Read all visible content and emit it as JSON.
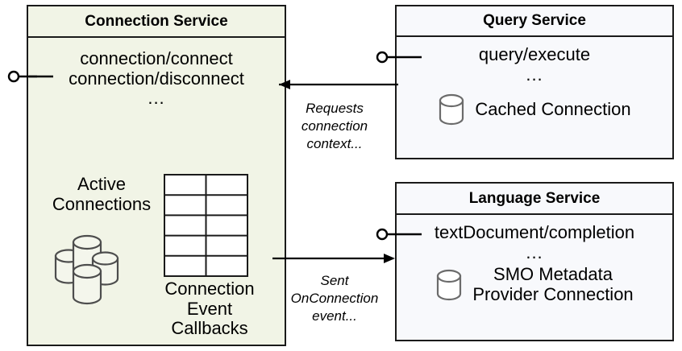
{
  "diagram": {
    "type": "uml-component-diagram",
    "background": "#ffffff",
    "components": [
      {
        "id": "connection-service",
        "title": "Connection Service",
        "fill": "#f1f4e6",
        "stroke": "#1a1a1a",
        "interfaces": [
          "connection/connect",
          "connection/disconnect",
          "..."
        ],
        "artifacts": [
          {
            "id": "active-connections",
            "label_lines": [
              "Active",
              "Connections"
            ],
            "icon": "multiple-database-cylinders-icon"
          },
          {
            "id": "connection-event-callbacks",
            "label_lines": [
              "Connection",
              "Event",
              "Callbacks"
            ],
            "icon": "table-grid-icon",
            "grid_rows": 5,
            "grid_cols": 2
          }
        ]
      },
      {
        "id": "query-service",
        "title": "Query Service",
        "fill": "#f8f9fc",
        "stroke": "#1a1a1a",
        "interfaces": [
          "query/execute",
          "..."
        ],
        "artifacts": [
          {
            "id": "cached-connection",
            "label_lines": [
              "Cached Connection"
            ],
            "icon": "database-cylinder-icon"
          }
        ]
      },
      {
        "id": "language-service",
        "title": "Language Service",
        "fill": "#f8f9fc",
        "stroke": "#1a1a1a",
        "interfaces": [
          "textDocument/completion",
          "..."
        ],
        "artifacts": [
          {
            "id": "smo-metadata-provider-connection",
            "label_lines": [
              "SMO Metadata",
              "Provider Connection"
            ],
            "icon": "database-cylinder-icon"
          }
        ]
      }
    ],
    "edges": [
      {
        "id": "query-to-connection",
        "from": "query-service",
        "to": "connection-service",
        "direction": "left",
        "label_lines": [
          "Requests",
          "connection",
          "context..."
        ]
      },
      {
        "id": "connection-to-language",
        "from": "connection-service",
        "to": "language-service",
        "direction": "right",
        "label_lines": [
          "Sent",
          "OnConnection",
          "event..."
        ]
      }
    ],
    "provided_interface_sockets": [
      {
        "id": "connection-service-lollipop",
        "owner": "connection-service"
      },
      {
        "id": "query-service-lollipop",
        "owner": "query-service"
      },
      {
        "id": "language-service-lollipop",
        "owner": "language-service"
      }
    ]
  }
}
